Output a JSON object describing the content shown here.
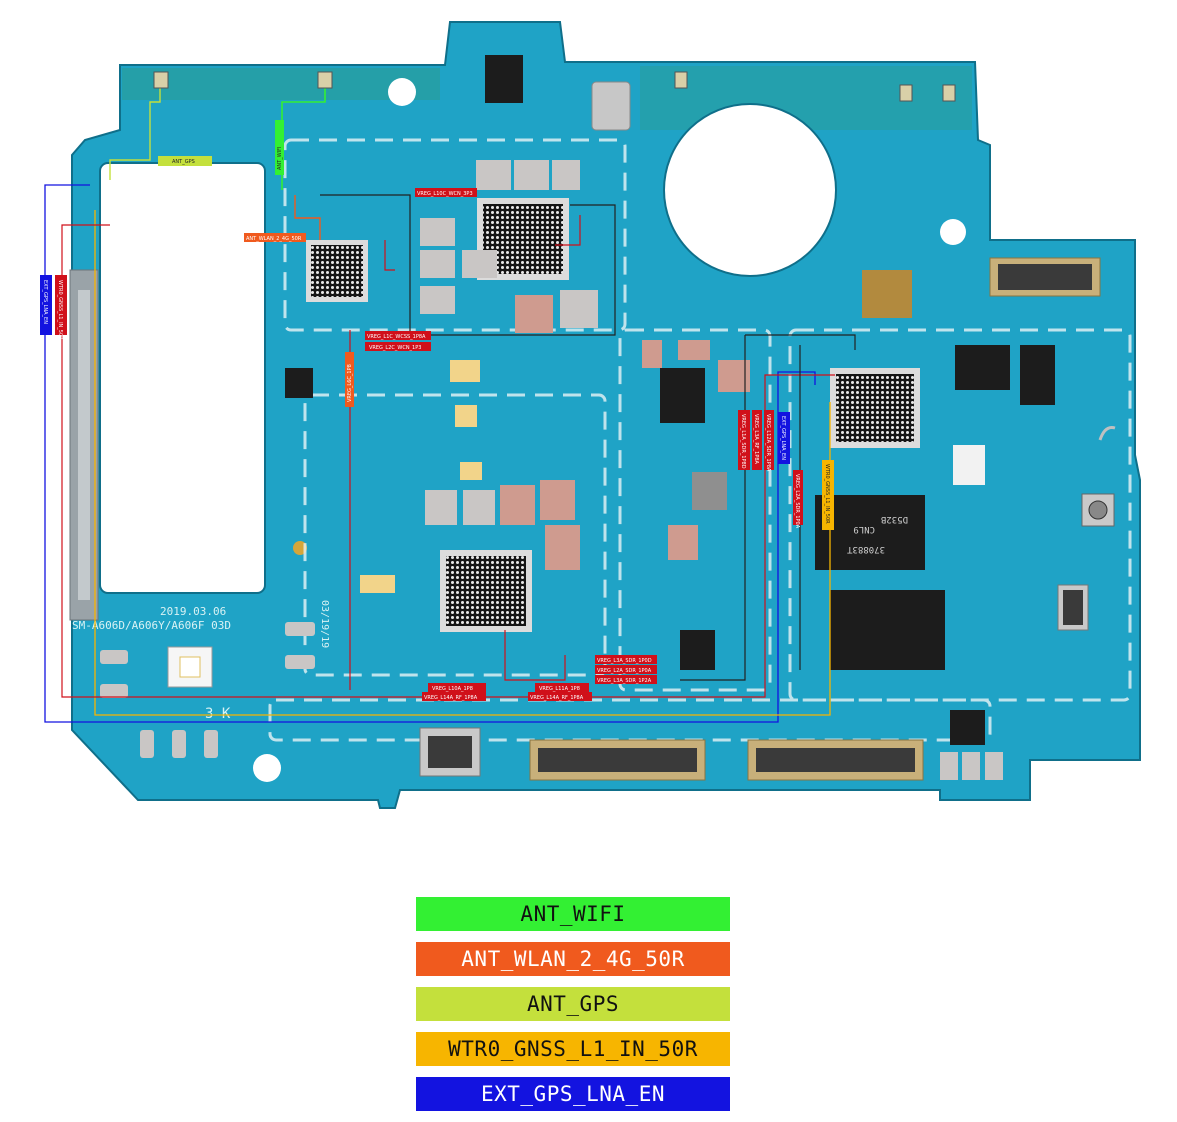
{
  "colors": {
    "pcb": "#1fa3c6",
    "pcb_dark": "#137a99",
    "mask_green": "#2a9d8f",
    "wifi": "#33f033",
    "wlan": "#f05a1e",
    "gps": "#c4e03c",
    "gnss": "#f7b500",
    "lna": "#1313e0",
    "vreg": "#d0101a"
  },
  "board": {
    "silkscreen_date": "2019.03.06",
    "silkscreen_model": "SM-A606D/A606Y/A606F 03D",
    "silkscreen_rev": "03/19/19",
    "silkscreen_k": "3  K",
    "chip_mark_1": "D532B",
    "chip_mark_2": "CNL9",
    "chip_mark_3": "370883T",
    "net_labels": {
      "ant_wifi": "ANT_WIFI",
      "ant_gps": "ANT_GPS",
      "ant_wlan": "ANT_WLAN_2_4G_50R",
      "ext_gps_left": "EXT_GPS_LNA_EN",
      "wtr_left": "WTR0_GNSS_L1_IN_50R",
      "vreg_l10c": "VREG_L10C_WCN_3P3",
      "vreg_l1c": "VREG_L1C_WCSS_1P8A",
      "vreg_l2c": "VREG_L2C_WCN_1P3",
      "vreg_left_vert": "VREG_L6C_1P8",
      "vreg_l1a": "VREG_L1A_SDR_1P8D",
      "vreg_l3a_v": "VREG_L3A_RF_1P8A",
      "vreg_l12a_v": "VREG_L12A_SDR_1P8A",
      "ext_gps_right": "EXT_GPS_LNA_EN",
      "vreg_l2a_v": "VREG_L2A_SDR_1P0A",
      "wtr_right": "WTR0_GNSS_L1_IN_50R",
      "vreg_l3a_1": "VREG_L3A_SDR_1P0D",
      "vreg_l3a_2": "VREG_L2A_SDR_1P0A",
      "vreg_l3a_3": "VREG_L3A_SDR_1P2A",
      "vreg_l10a": "VREG_L10A_1P8",
      "vreg_l14a": "VREG_L14A_RF_1P8A",
      "vreg_l11a": "VREG_L11A_1P8",
      "vreg_l14a_b": "VREG_L14A_RF_1P8A"
    }
  },
  "legend": [
    {
      "label": "ANT_WIFI",
      "color": "#33f033"
    },
    {
      "label": "ANT_WLAN_2_4G_50R",
      "color": "#f05a1e"
    },
    {
      "label": "ANT_GPS",
      "color": "#c4e03c"
    },
    {
      "label": "WTR0_GNSS_L1_IN_50R",
      "color": "#f7b500"
    },
    {
      "label": "EXT_GPS_LNA_EN",
      "color": "#1313e0"
    }
  ]
}
